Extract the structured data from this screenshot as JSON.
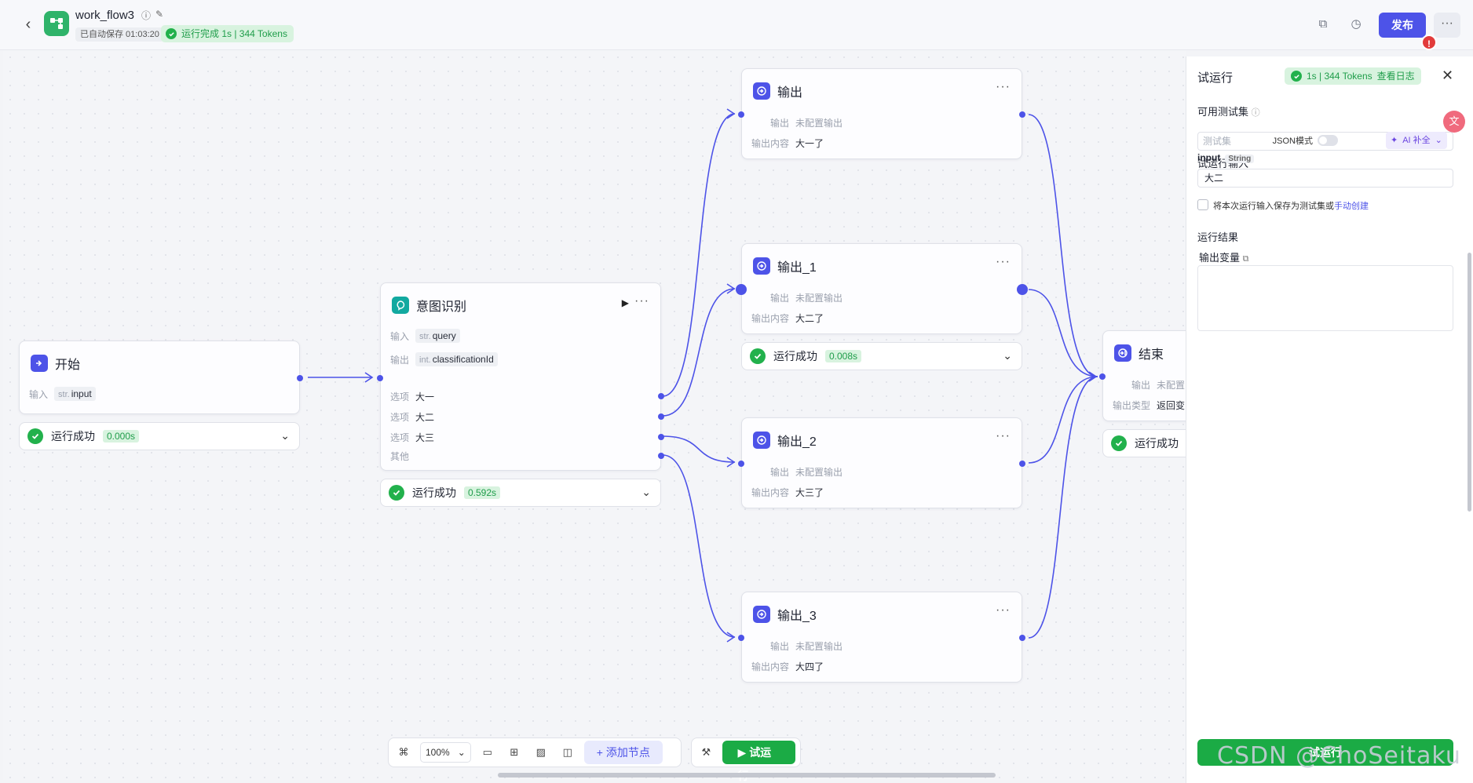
{
  "header": {
    "title": "work_flow3",
    "autosave": "已自动保存 01:03:20",
    "run_status": "运行完成 1s | 344 Tokens",
    "publish": "发布",
    "alert": "!",
    "more": "···"
  },
  "nodes": {
    "start": {
      "title": "开始",
      "input_label": "输入",
      "input_type": "str.",
      "input_name": "input",
      "status": "运行成功",
      "time": "0.000s"
    },
    "intent": {
      "title": "意图识别",
      "input_label": "输入",
      "input_type": "str.",
      "input_name": "query",
      "output_label": "输出",
      "output_type": "int.",
      "output_name": "classificationId",
      "options": [
        {
          "label": "选项",
          "value": "大一"
        },
        {
          "label": "选项",
          "value": "大二"
        },
        {
          "label": "选项",
          "value": "大三"
        },
        {
          "label": "其他",
          "value": ""
        }
      ],
      "status": "运行成功",
      "time": "0.592s"
    },
    "outputs": [
      {
        "title": "输出",
        "out_label": "输出",
        "out_value": "未配置输出",
        "content_label": "输出内容",
        "content_value": "大一了"
      },
      {
        "title": "输出_1",
        "out_label": "输出",
        "out_value": "未配置输出",
        "content_label": "输出内容",
        "content_value": "大二了",
        "status": "运行成功",
        "time": "0.008s"
      },
      {
        "title": "输出_2",
        "out_label": "输出",
        "out_value": "未配置输出",
        "content_label": "输出内容",
        "content_value": "大三了"
      },
      {
        "title": "输出_3",
        "out_label": "输出",
        "out_value": "未配置输出",
        "content_label": "输出内容",
        "content_value": "大四了"
      }
    ],
    "end": {
      "title": "结束",
      "out_label": "输出",
      "out_value": "未配置",
      "type_label": "输出类型",
      "type_value": "返回变",
      "status": "运行成功"
    }
  },
  "toolbar": {
    "zoom": "100%",
    "add_node": "添加节点",
    "run": "试运行"
  },
  "panel": {
    "title": "试运行",
    "badge": "1s | 344 Tokens",
    "view_log": "查看日志",
    "testset_label": "可用测试集",
    "testset_placeholder": "测试集",
    "trial_input_label": "试运行输入",
    "json_mode": "JSON模式",
    "ai_fill": "AI 补全",
    "input_name": "input",
    "input_type": "String",
    "input_value": "大二",
    "save_text": "将本次运行输入保存为测试集或",
    "manual_create": "手动创建",
    "result_label": "运行结果",
    "output_var_label": "输出变量",
    "run_button": "试运行"
  },
  "watermark": "CSDN @ChoSeitaku"
}
